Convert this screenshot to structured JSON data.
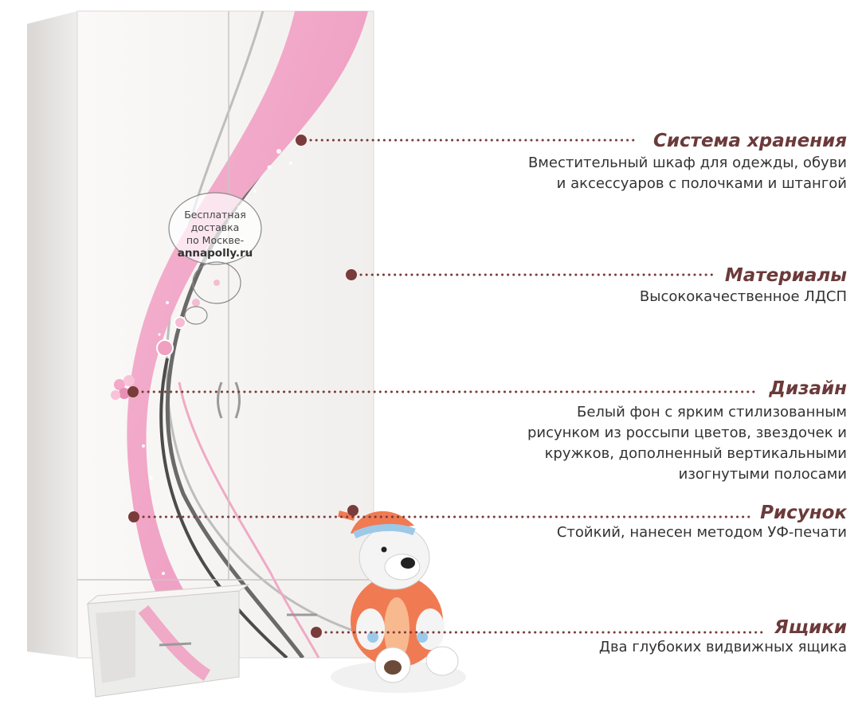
{
  "colors": {
    "accent_heading": "#6b3a3a",
    "marker": "#7a3b3b",
    "pink_stripe": "#f2a6c6",
    "text": "#333333"
  },
  "bubble": {
    "line1": "Бесплатная доставка",
    "line2": "по Москве-",
    "site": "annapolly.ru"
  },
  "features": [
    {
      "title": "Система хранения",
      "lines": [
        "Вместительный шкаф для одежды, обуви",
        "и аксессуаров с полочками и штангой"
      ]
    },
    {
      "title": "Материалы",
      "lines": [
        "Высококачественное ЛДСП"
      ]
    },
    {
      "title": "Дизайн",
      "lines": [
        "Белый фон с ярким стилизованным",
        "рисунком из россыпи цветов, звездочек и",
        "кружков, дополненный вертикальными",
        "изогнутыми полосами"
      ]
    },
    {
      "title": "Рисунок",
      "lines": [
        "Стойкий, нанесен методом УФ-печати"
      ]
    },
    {
      "title": "Ящики",
      "lines": [
        "Два глубоких видвижных ящика"
      ]
    }
  ]
}
